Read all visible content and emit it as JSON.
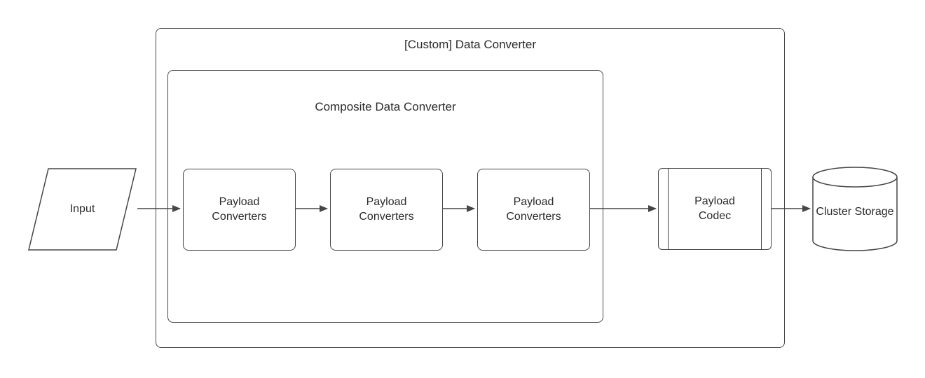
{
  "diagram": {
    "outer_container": {
      "label": "[Custom] Data Converter"
    },
    "composite_container": {
      "label": "Composite Data Converter"
    },
    "input": {
      "label": "Input"
    },
    "payload_converters": [
      {
        "label": "Payload Converters"
      },
      {
        "label": "Payload Converters"
      },
      {
        "label": "Payload Converters"
      }
    ],
    "payload_codec": {
      "label": "Payload Codec"
    },
    "cluster_storage": {
      "label": "Cluster Storage"
    },
    "colors": {
      "border": "#464646",
      "text": "#2b2b2b",
      "background": "#ffffff"
    }
  }
}
